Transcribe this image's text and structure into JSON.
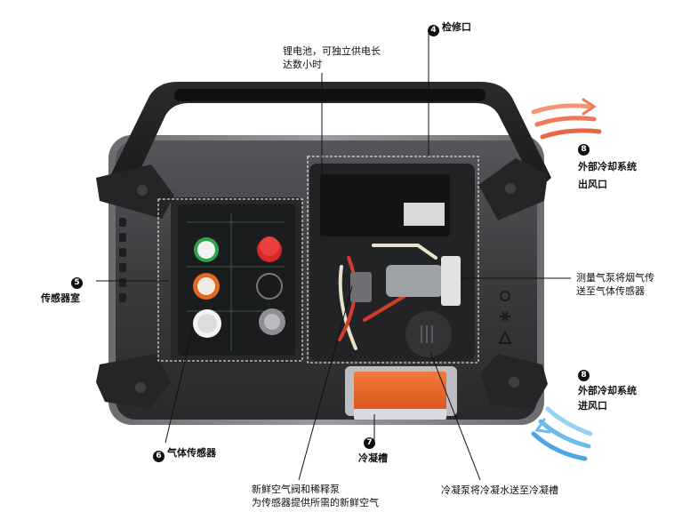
{
  "callouts": {
    "inspection_port": {
      "number": "4",
      "text": "检修口"
    },
    "battery": {
      "line1": "锂电池，可独立供电长",
      "line2": "达数小时"
    },
    "cooling_outlet": {
      "number": "8",
      "line1": "外部冷却系统",
      "line2": "出风口"
    },
    "sensor_chamber": {
      "number": "5",
      "text": "传感器室"
    },
    "pump": {
      "line1": "测量气泵将烟气传",
      "line2": "送至气体传感器"
    },
    "cooling_inlet": {
      "number": "8",
      "line1": "外部冷却系统",
      "line2": "进风口"
    },
    "gas_sensors": {
      "number": "6",
      "text": "气体传感器"
    },
    "condensate_trap": {
      "number": "7",
      "text": "冷凝槽"
    },
    "fresh_air_valve": {
      "line1": "新鲜空气阀和稀释泵",
      "line2": "为传感器提供所需的新鲜空气"
    },
    "condensate_pump": {
      "text": "冷凝泵将冷凝水送至冷凝槽"
    }
  },
  "colors": {
    "outlet_arrows": "#f06a45",
    "inlet_arrows": "#5bb4ec",
    "housing": "#3a3a3c",
    "condensate_trap": "#e8692a"
  }
}
